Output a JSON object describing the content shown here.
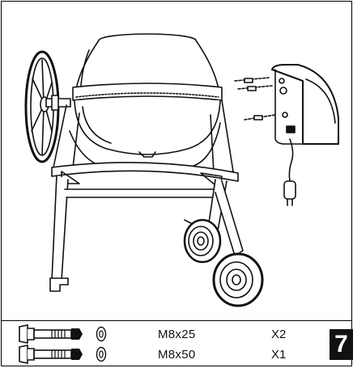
{
  "hardware": [
    {
      "size": "M8x25",
      "qty": "X2",
      "bolt_icon": "bolt-icon",
      "washer_icon": "washer-icon"
    },
    {
      "size": "M8x50",
      "qty": "X1",
      "bolt_icon": "bolt-icon",
      "washer_icon": "washer-icon"
    }
  ],
  "step": {
    "number": "7"
  },
  "illustration": {
    "subject": "cement mixer with motor housing being attached",
    "icons": [
      "handwheel-icon",
      "drum-icon",
      "motor-housing-icon",
      "bolt-icon",
      "power-plug-icon",
      "wheel-icon",
      "stand-foot-icon"
    ]
  }
}
